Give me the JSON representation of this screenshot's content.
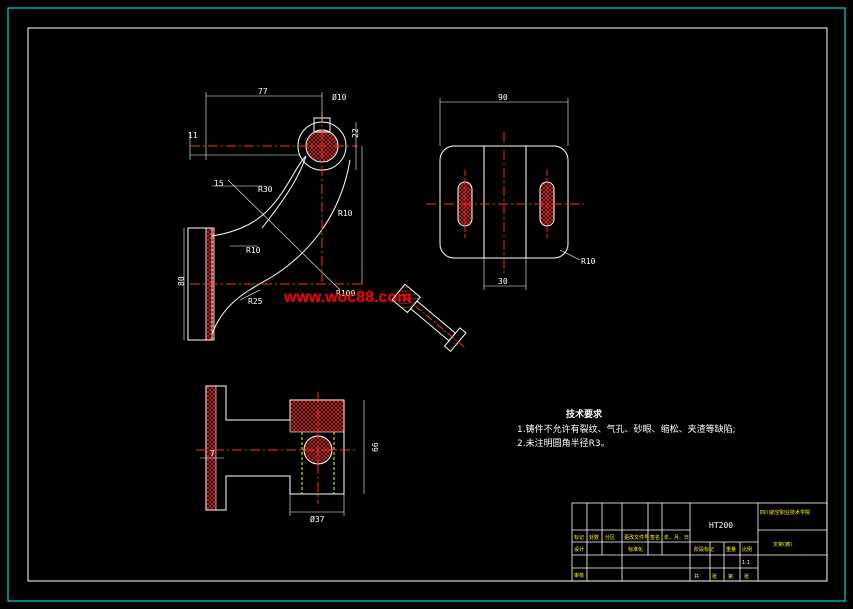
{
  "dimensions": {
    "top_width": "77",
    "shaft_diameter": "Ø10",
    "boss_height": "22",
    "flange_gap": "11",
    "offset_15": "15",
    "radius_30": "R30",
    "radius_10_right": "R10",
    "radius_10_left": "R10",
    "radius_25": "R25",
    "radius_100": "R100",
    "total_height": "80",
    "plate_width": "90",
    "slot_gap": "30",
    "plate_corner_radius": "R10",
    "section_thickness": "7",
    "bore_diameter": "Ø37",
    "section_height": "66"
  },
  "watermark": "www.woc88.com",
  "notes": {
    "title": "技术要求",
    "line1": "1.铸件不允许有裂纹、气孔、砂眼、缩松、夹渣等缺陷;",
    "line2": "2.未注明圆角半径R3。"
  },
  "title_block": {
    "material": "HT200",
    "school": "四川航空职业技术学院",
    "part_name": "叉架(铸)",
    "headers": [
      "标记",
      "处数",
      "分区",
      "更改文件号",
      "签名",
      "年、月、日"
    ],
    "design": "设计",
    "standardization": "标准化",
    "stage_mark": "阶段标记",
    "weight": "重量",
    "scale": "比例",
    "scale_value": "1:1",
    "review": "审核",
    "sheet_labels": [
      "共",
      "张",
      "第",
      "张"
    ]
  },
  "colors": {
    "frame": "#00ffff",
    "outline": "#ffffff",
    "centerline": "#ff2a2a",
    "hidden": "#ffff00",
    "watermark": "#ff0000"
  }
}
